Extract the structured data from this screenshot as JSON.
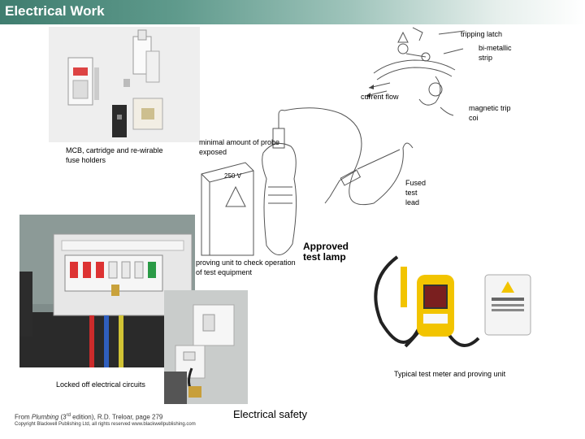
{
  "header": {
    "title": "Electrical Work"
  },
  "labels": {
    "mcb": "MCB, cartridge and re-wirable fuse holders",
    "tripping_latch": "tripping latch",
    "bimetallic": "bi-metallic strip",
    "current_flow": "current flow",
    "magnetic_trip": "magnetic trip coi",
    "probe": "minimal amount of probe exposed",
    "fused_lead": "Fused test lead",
    "voltage": "250 V",
    "proving_unit": "proving unit to check operation of test equipment",
    "approved_lamp": "Approved test lamp",
    "typical_meter": "Typical test meter and proving unit",
    "locked_off": "Locked off electrical circuits"
  },
  "footer": {
    "credit_prefix": "From ",
    "book": "Plumbing",
    "edition_num": "(3",
    "edition_sup": "rd",
    "edition_rest": " edition), R.D. Treloar, page 279",
    "copyright": "Copyright Blackwell Publishing Ltd, all rights reserved  www.blackwellpublishing.com",
    "title": "Electrical safety"
  }
}
